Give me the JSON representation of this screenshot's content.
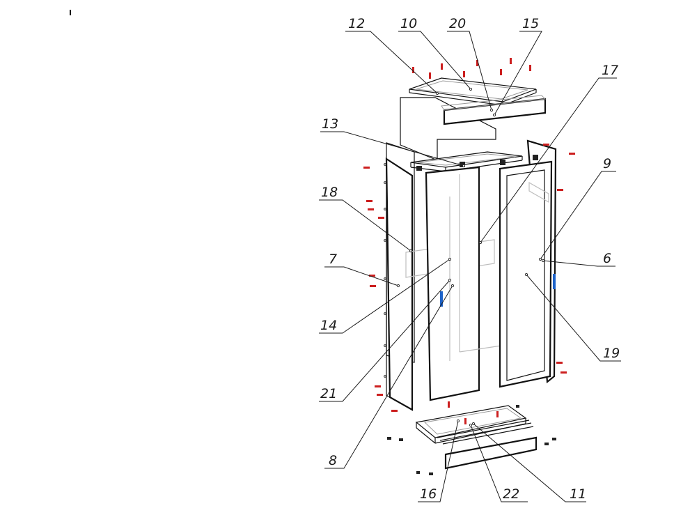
{
  "diagram": {
    "colors": {
      "line": "#111111",
      "fastener": "#cc1f1f",
      "handle": "#1e63c9",
      "hidden_line": "#bdbdbd"
    },
    "callouts": [
      {
        "id": "c12",
        "label": "12"
      },
      {
        "id": "c10",
        "label": "10"
      },
      {
        "id": "c20",
        "label": "20"
      },
      {
        "id": "c15",
        "label": "15"
      },
      {
        "id": "c17",
        "label": "17"
      },
      {
        "id": "c13",
        "label": "13"
      },
      {
        "id": "c9",
        "label": "9"
      },
      {
        "id": "c18",
        "label": "18"
      },
      {
        "id": "c7",
        "label": "7"
      },
      {
        "id": "c6",
        "label": "6"
      },
      {
        "id": "c14",
        "label": "14"
      },
      {
        "id": "c19",
        "label": "19"
      },
      {
        "id": "c21",
        "label": "21"
      },
      {
        "id": "c8",
        "label": "8"
      },
      {
        "id": "c16",
        "label": "16"
      },
      {
        "id": "c22",
        "label": "22"
      },
      {
        "id": "c11",
        "label": "11"
      }
    ]
  }
}
